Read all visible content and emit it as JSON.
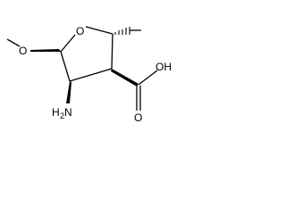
{
  "molecule": {
    "atoms": {
      "ring_oxygen": "O",
      "carbonyl_oxygen": "O",
      "hydroxyl": "OH",
      "amine_H": "H",
      "amine_sub": "2",
      "amine_N": "N"
    },
    "colors": {
      "bond": "#000000",
      "text": "#000000",
      "background": "#ffffff"
    }
  }
}
